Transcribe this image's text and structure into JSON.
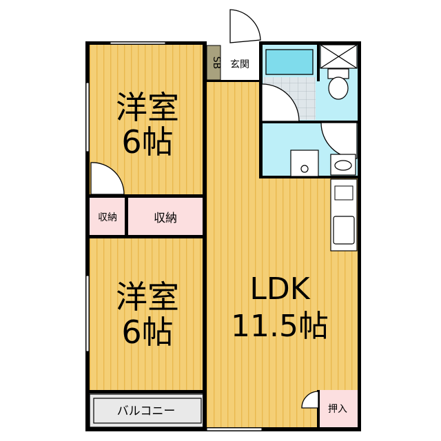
{
  "colors": {
    "floor": "#f4cf76",
    "floor_stripe": "#e9b84e",
    "storage": "#fcdfe0",
    "wet_area": "#bdeff8",
    "bathtub": "#7fdcec",
    "tile": "#dfe6ea",
    "balcony": "#e9e9e9",
    "wall": "#000000"
  },
  "rooms": {
    "western_1": {
      "line1": "洋室",
      "line2": "6帖"
    },
    "western_2": {
      "line1": "洋室",
      "line2": "6帖"
    },
    "ldk": {
      "line1": "LDK",
      "line2": "11.5帖"
    },
    "closet_small": "収納",
    "closet_large": "収納",
    "entrance": "玄関",
    "shoe_box": "SB",
    "oshiire": "押入",
    "balcony": "バルコニー"
  }
}
